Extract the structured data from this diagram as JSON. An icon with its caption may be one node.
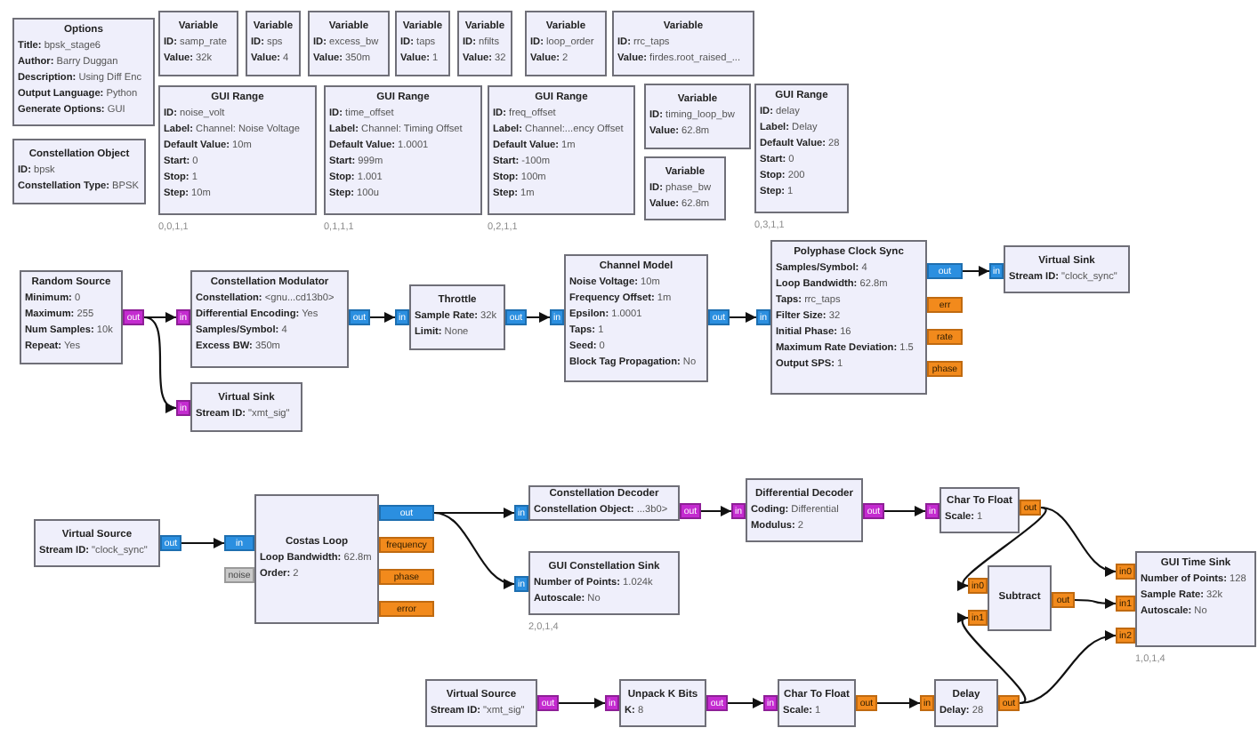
{
  "diagram": {
    "nodes": [
      {
        "text": [
          "Options",
          "**Title:** bpsk_stage6",
          "**Author:** Barry Duggan",
          "**Description:** Using Diff Enc",
          "**Output Language:** Python",
          "**Generate Options:** GUI"
        ]
      },
      {
        "text": [
          "Constellation Object",
          "**ID:** bpsk",
          "**Constellation Type:** BPSK"
        ]
      },
      {
        "text": [
          "Variable",
          "**ID:** samp_rate",
          "**Value:** 32k"
        ]
      },
      {
        "text": [
          "Variable",
          "**ID:** sps",
          "**Value:** 4"
        ]
      },
      {
        "text": [
          "Variable",
          "**ID:** excess_bw",
          "**Value:** 350m"
        ]
      },
      {
        "text": [
          "Variable",
          "**ID:** taps",
          "**Value:** 1"
        ]
      },
      {
        "text": [
          "Variable",
          "**ID:** nfilts",
          "**Value:** 32"
        ]
      },
      {
        "text": [
          "Variable",
          "**ID:** loop_order",
          "**Value:** 2"
        ]
      },
      {
        "text": [
          "Variable",
          "**ID:** rrc_taps",
          "**Value:** firdes.root_raised_..."
        ]
      },
      {
        "text": [
          "GUI Range",
          "**ID:** noise_volt",
          "**Label:** Channel: Noise Voltage",
          "**Default Value:** 10m",
          "**Start:** 0",
          "**Stop:** 1",
          "**Step:** 10m"
        ],
        "beside": [
          "0,0,1,1"
        ]
      },
      {
        "text": [
          "GUI Range",
          "**ID:** time_offset",
          "**Label:** Channel: Timing Offset",
          "**Default Value:** 1.0001",
          "**Start:** 999m",
          "**Stop:** 1.001",
          "**Step:** 100u"
        ],
        "beside": [
          "0,1,1,1"
        ]
      },
      {
        "text": [
          "GUI Range",
          "**ID:** freq_offset",
          "**Label:** Channel:...ency Offset",
          "**Default Value:** 1m",
          "**Start:** -100m",
          "**Stop:** 100m",
          "**Step:** 1m"
        ],
        "beside": [
          "0,2,1,1"
        ]
      },
      {
        "text": [
          "Variable",
          "**ID:** timing_loop_bw",
          "**Value:** 62.8m"
        ]
      },
      {
        "text": [
          "Variable",
          "**ID:** phase_bw",
          "**Value:** 62.8m"
        ]
      },
      {
        "text": [
          "GUI Range",
          "**ID:** delay",
          "**Label:** Delay",
          "**Default Value:** 28",
          "**Start:** 0",
          "**Stop:** 200",
          "**Step:** 1"
        ],
        "beside": [
          "0,3,1,1"
        ]
      },
      {
        "text": [
          "Random Source",
          "**Minimum:** 0",
          "**Maximum:** 255",
          "**Num Samples:** 10k",
          "**Repeat:** Yes"
        ]
      },
      {
        "text": [
          "out"
        ]
      },
      {
        "text": [
          "in"
        ]
      },
      {
        "text": [
          "Constellation Modulator",
          "**Constellation:** <gnu...cd13b0>",
          "**Differential Encoding:** Yes",
          "**Samples/Symbol:** 4",
          "**Excess BW:** 350m"
        ]
      },
      {
        "text": [
          "out"
        ]
      },
      {
        "text": [
          "in"
        ]
      },
      {
        "text": [
          "Virtual Sink",
          "**Stream ID:** \"xmt_sig\""
        ]
      },
      {
        "text": [
          "in"
        ]
      },
      {
        "text": [
          "Throttle",
          "**Sample Rate:** 32k",
          "**Limit:** None"
        ]
      },
      {
        "text": [
          "out"
        ]
      },
      {
        "text": [
          "in"
        ]
      },
      {
        "text": [
          "Channel Model",
          "**Noise Voltage:** 10m",
          "**Frequency Offset:** 1m",
          "**Epsilon:** 1.0001",
          "**Taps:** 1",
          "**Seed:** 0",
          "**Block Tag Propagation:** No"
        ]
      },
      {
        "text": [
          "out"
        ]
      },
      {
        "text": [
          "in"
        ]
      },
      {
        "text": [
          "Polyphase Clock Sync",
          "**Samples/Symbol:** 4",
          "**Loop Bandwidth:** 62.8m",
          "**Taps:** rrc_taps",
          "**Filter Size:** 32",
          "**Initial Phase:** 16",
          "**Maximum Rate Deviation:** 1.5",
          "**Output SPS:** 1"
        ]
      },
      {
        "text": [
          "out"
        ]
      },
      {
        "text": [
          "err"
        ]
      },
      {
        "text": [
          "rate"
        ]
      },
      {
        "text": [
          "phase"
        ]
      },
      {
        "text": [
          "in"
        ]
      },
      {
        "text": [
          "Virtual Sink",
          "**Stream ID:** \"clock_sync\""
        ]
      },
      {
        "text": [
          "Virtual Source",
          "**Stream ID:** \"clock_sync\""
        ]
      },
      {
        "text": [
          "out"
        ]
      },
      {
        "text": [
          "in"
        ]
      },
      {
        "text": [
          "noise"
        ]
      },
      {
        "text": [
          "Costas Loop",
          "**Loop Bandwidth:** 62.8m",
          "**Order:** 2"
        ]
      },
      {
        "text": [
          "out"
        ]
      },
      {
        "text": [
          "frequency"
        ]
      },
      {
        "text": [
          "phase"
        ]
      },
      {
        "text": [
          "error"
        ]
      },
      {
        "text": [
          "in"
        ]
      },
      {
        "text": [
          "Constellation Decoder",
          "**Constellation Object:** ...3b0>"
        ]
      },
      {
        "text": [
          "out"
        ]
      },
      {
        "text": [
          "in"
        ]
      },
      {
        "text": [
          "GUI Constellation Sink",
          "**Number of Points:** 1.024k",
          "**Autoscale:** No"
        ],
        "beside": [
          "2,0,1,4"
        ]
      },
      {
        "text": [
          "in"
        ]
      },
      {
        "text": [
          "Differential Decoder",
          "**Coding:** Differential",
          "**Modulus:** 2"
        ]
      },
      {
        "text": [
          "out"
        ]
      },
      {
        "text": [
          "in"
        ]
      },
      {
        "text": [
          "Char To Float",
          "**Scale:** 1"
        ]
      },
      {
        "text": [
          "out"
        ]
      },
      {
        "text": [
          "in0"
        ]
      },
      {
        "text": [
          "in1"
        ]
      },
      {
        "text": [
          "Subtract"
        ]
      },
      {
        "text": [
          "out"
        ]
      },
      {
        "text": [
          "in0"
        ]
      },
      {
        "text": [
          "in1"
        ]
      },
      {
        "text": [
          "in2"
        ]
      },
      {
        "text": [
          "GUI Time Sink",
          "**Number of Points:** 128",
          "**Sample Rate:** 32k",
          "**Autoscale:** No"
        ],
        "beside": [
          "1,0,1,4"
        ]
      },
      {
        "text": [
          "Virtual Source",
          "**Stream ID:** \"xmt_sig\""
        ]
      },
      {
        "text": [
          "out"
        ]
      },
      {
        "text": [
          "in"
        ]
      },
      {
        "text": [
          "Unpack K Bits",
          "**K:** 8"
        ]
      },
      {
        "text": [
          "out"
        ]
      },
      {
        "text": [
          "in"
        ]
      },
      {
        "text": [
          "Char To Float",
          "**Scale:** 1"
        ]
      },
      {
        "text": [
          "out"
        ]
      },
      {
        "text": [
          "in"
        ]
      },
      {
        "text": [
          "Delay",
          "**Delay:** 28"
        ]
      },
      {
        "text": [
          "out"
        ]
      }
    ],
    "edges": [
      {
        "from": 16,
        "to": 17,
        "arrow": "to"
      },
      {
        "from": 16,
        "to": 20,
        "arrow": "to"
      },
      {
        "from": 19,
        "to": 22,
        "arrow": "to"
      },
      {
        "from": 24,
        "to": 25,
        "arrow": "to"
      },
      {
        "from": 27,
        "to": 28,
        "arrow": "to"
      },
      {
        "from": 30,
        "to": 34,
        "arrow": "to"
      },
      {
        "from": 37,
        "to": 38,
        "arrow": "to"
      },
      {
        "from": 41,
        "to": 45,
        "arrow": "to"
      },
      {
        "from": 41,
        "to": 48,
        "arrow": "to"
      },
      {
        "from": 47,
        "to": 50,
        "arrow": "to"
      },
      {
        "from": 52,
        "to": 53,
        "arrow": "to"
      },
      {
        "from": 55,
        "to": 60,
        "arrow": "to"
      },
      {
        "from": 55,
        "to": 56,
        "arrow": "to"
      },
      {
        "from": 59,
        "to": 61,
        "arrow": "to"
      },
      {
        "from": 74,
        "to": 62,
        "arrow": "to"
      },
      {
        "from": 74,
        "to": 57,
        "arrow": "to"
      },
      {
        "from": 65,
        "to": 66,
        "arrow": "to"
      },
      {
        "from": 68,
        "to": 69,
        "arrow": "to"
      },
      {
        "from": 71,
        "to": 72,
        "arrow": "to"
      }
    ]
  }
}
